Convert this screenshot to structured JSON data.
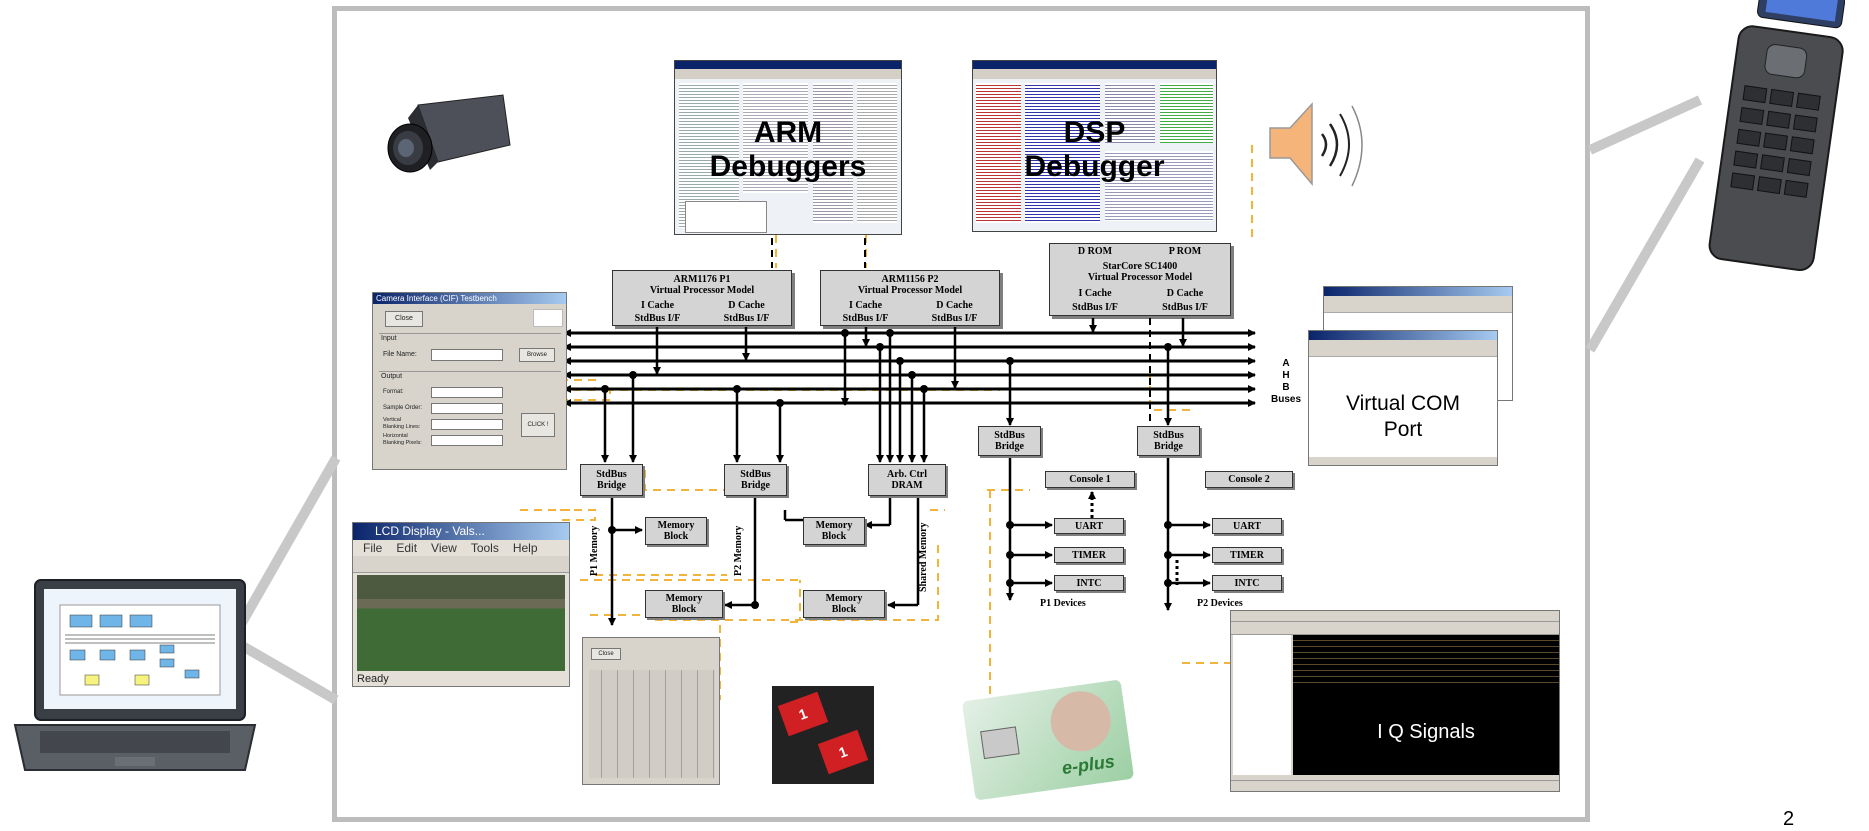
{
  "debuggers": {
    "arm": [
      "ARM",
      "Debuggers"
    ],
    "dsp": [
      "DSP",
      "Debugger"
    ]
  },
  "processors": {
    "p1": {
      "title": [
        "ARM1176    P1",
        "Virtual Processor Model"
      ],
      "icache": "I Cache",
      "dcache": "D Cache",
      "if1": "StdBus I/F",
      "if2": "StdBus I/F"
    },
    "p2": {
      "title": [
        "ARM1156    P2",
        "Virtual Processor Model"
      ],
      "icache": "I Cache",
      "dcache": "D Cache",
      "if1": "StdBus I/F",
      "if2": "StdBus I/F"
    },
    "dsp": {
      "drom": "D ROM",
      "prom": "P ROM",
      "title": [
        "StarCore SC1400",
        "Virtual Processor Model"
      ],
      "icache": "I Cache",
      "dcache": "D Cache",
      "if1": "StdBus I/F",
      "if2": "StdBus I/F"
    }
  },
  "buses": {
    "label": [
      "A",
      "H",
      "B",
      "Buses"
    ]
  },
  "bridges": {
    "b1": [
      "StdBus",
      "Bridge"
    ],
    "b2": [
      "StdBus",
      "Bridge"
    ],
    "arb": [
      "Arb. Ctrl",
      "DRAM"
    ],
    "b3": [
      "StdBus",
      "Bridge"
    ],
    "b4": [
      "StdBus",
      "Bridge"
    ]
  },
  "memories": {
    "m1": [
      "Memory",
      "Block"
    ],
    "m2": [
      "Memory",
      "Block"
    ],
    "m3": [
      "Memory",
      "Block"
    ],
    "m4": [
      "Memory",
      "Block"
    ]
  },
  "memory_labels": {
    "p1": "P1 Memory",
    "p2": "P2 Memory",
    "shared": "Shared Memory"
  },
  "devices": {
    "console1": "Console 1",
    "console2": "Console 2",
    "p1": {
      "uart": "UART",
      "timer": "TIMER",
      "intc": "INTC",
      "label": "P1 Devices"
    },
    "p2": {
      "uart": "UART",
      "timer": "TIMER",
      "intc": "INTC",
      "label": "P2 Devices"
    }
  },
  "camera_window": {
    "title": "Camera Interface (CIF) Testbench",
    "close": "Close",
    "input": "Input",
    "file_name": "File Name:",
    "browse": "Browse",
    "output": "Output",
    "format": "Format:",
    "sample_order": "Sample Order:",
    "vblank": [
      "Vertical",
      "Blanking Lines:"
    ],
    "hblank": [
      "Horizontal",
      "Blanking Pixels:"
    ],
    "clock": "CLICK !"
  },
  "lcd_window": {
    "title": "LCD Display - Vals...",
    "menu": [
      "File",
      "Edit",
      "View",
      "Tools",
      "Help"
    ],
    "status": "Ready"
  },
  "keypad_window": {
    "close": "Close"
  },
  "com_port": {
    "label": [
      "Virtual COM",
      "Port"
    ]
  },
  "iq_window": {
    "label": "I Q Signals"
  },
  "sim_card": {
    "brand": "e-plus"
  },
  "sd_card": {
    "text": "1"
  },
  "page_number": "2",
  "colors": {
    "block": "#d4d4d4",
    "dash": "#f2b33d",
    "frame": "#bdbdbd",
    "speaker": "#f5b57a"
  }
}
